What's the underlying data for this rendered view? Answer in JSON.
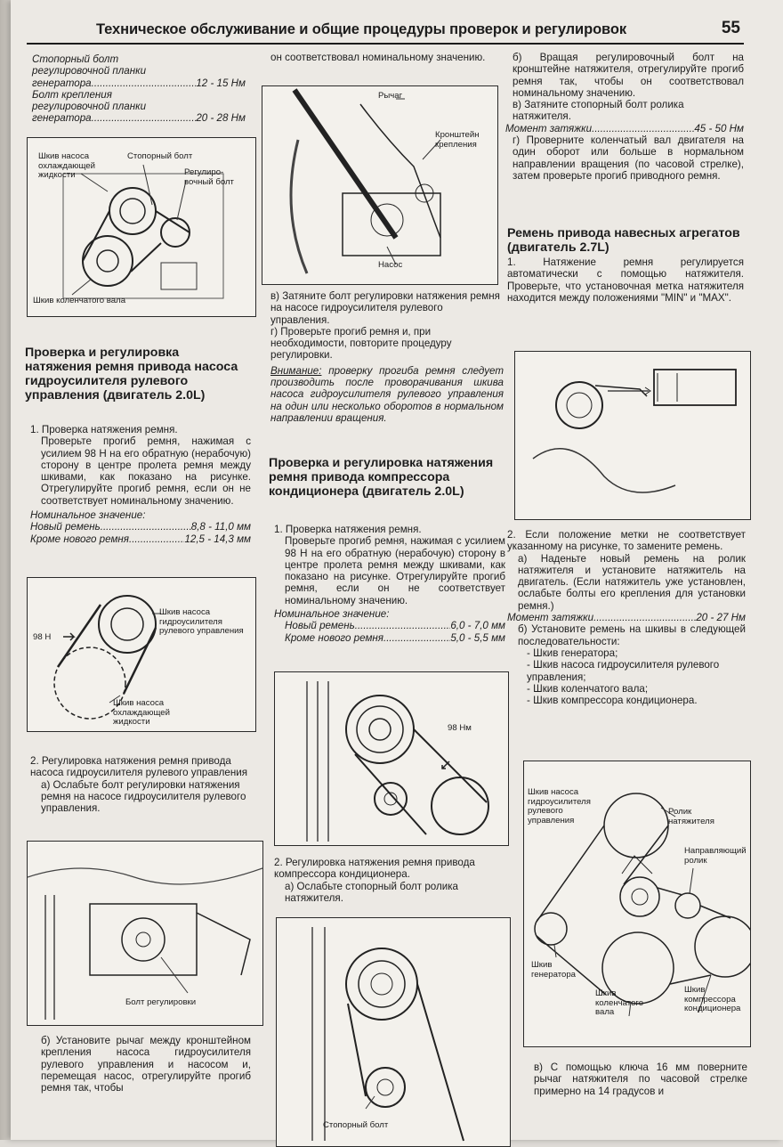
{
  "header": {
    "title": "Техническое обслуживание и общие процедуры проверок и регулировок",
    "page_number": "55"
  },
  "col1": {
    "torque_top": [
      {
        "label": [
          "Стопорный болт",
          "регулировочной планки",
          "генератора"
        ],
        "value": "12 - 15 Нм"
      },
      {
        "label": [
          "Болт крепления",
          "регулировочной планки",
          "генератора"
        ],
        "value": "20 - 28 Нм"
      }
    ],
    "fig1_labels": {
      "water_pump": "Шкив насоса охлаждающей жидкости",
      "lock_bolt": "Стопорный болт",
      "adj_bolt": "Регулиро- вочный болт",
      "crank": "Шкив коленчатого вала"
    },
    "section_title": "Проверка и регулировка натяжения ремня привода насоса гидроусилителя рулевого управления (двигатель 2.0L)",
    "step1": "1. Проверка натяжения ремня.",
    "step1_text": "Проверьте прогиб ремня, нажимая с усилием 98 Н на его обратную (нерабочую) сторону в центре пролета ремня между шкивами, как показано на рисунке. Отрегулируйте прогиб ремня, если он не соответствует номинальному значению.",
    "nominal_label": "Номинальное значение:",
    "nominal": [
      {
        "label": "Новый ремень",
        "value": "8,8 - 11,0 мм"
      },
      {
        "label": "Кроме нового ремня",
        "value": "12,5 - 14,3 мм"
      }
    ],
    "fig2_labels": {
      "ps_pump": "Шкив насоса гидроусилителя рулевого управления",
      "force": "98 Н",
      "water_pump": "Шкив насоса охлаждающей жидкости"
    },
    "step2": "2. Регулировка натяжения ремня привода насоса гидроусилителя рулевого управления",
    "step2a": "а) Ослабьте болт регулировки натяжения ремня на насосе гидроусилителя рулевого управления.",
    "fig3_label": "Болт регулировки",
    "step2b": "б) Установите рычаг между кронштейном крепления насоса гидроусилителя рулевого управления и насосом и, перемещая насос, отрегулируйте прогиб ремня так, чтобы"
  },
  "col2": {
    "cont": "он соответствовал номинальному значению.",
    "fig4_labels": {
      "lever": "Рычаг",
      "bracket": "Кронштейн крепления",
      "pump": "Насос"
    },
    "step_v": "в) Затяните болт регулировки натяжения ремня на насосе гидроусилителя рулевого управления.",
    "step_g": "г) Проверьте прогиб ремня и, при необходимости, повторите процедуру регулировки.",
    "warning_word": "Внимание:",
    "warning_text": "проверку прогиба ремня следует производить после проворачивания шкива насоса гидроусилителя рулевого управления на один или несколько оборотов в нормальном направлении вращения.",
    "section_title": "Проверка и регулировка натяжения ремня привода компрессора кондиционера (двигатель 2.0L)",
    "step1": "1. Проверка натяжения ремня.",
    "step1_text": "Проверьте прогиб ремня, нажимая с усилием 98 Н на его обратную (нерабочую) сторону в центре пролета ремня между шкивами, как показано на рисунке. Отрегулируйте прогиб ремня, если он не соответствует номинальному значению.",
    "nominal_label": "Номинальное значение:",
    "nominal": [
      {
        "label": "Новый ремень",
        "value": "6,0 - 7,0 мм"
      },
      {
        "label": "Кроме нового ремня",
        "value": "5,0 - 5,5 мм"
      }
    ],
    "fig5_label": "98 Нм",
    "step2": "2. Регулировка натяжения ремня привода компрессора кондиционера.",
    "step2a": "а) Ослабьте стопорный болт ролика натяжителя.",
    "fig6_label": "Стопорный болт"
  },
  "col3": {
    "step_b": "б) Вращая регулировочный болт на кронштейне натяжителя, отрегулируйте прогиб ремня так, чтобы он соответствовал номинальному значению.",
    "step_v": "в) Затяните стопорный болт ролика натяжителя.",
    "torque1": {
      "label": "Момент затяжки",
      "value": "45 - 50 Нм"
    },
    "step_g": "г) Проверните коленчатый вал двигателя на один оборот или больше в нормальном направлении вращения (по часовой стрелке), затем проверьте прогиб приводного ремня.",
    "section_title": "Ремень привода навесных агрегатов (двигатель 2.7L)",
    "step1": "1. Натяжение ремня регулируется автоматически с помощью натяжителя. Проверьте, что установочная метка натяжителя находится между положениями \"MIN\" и \"MAX\".",
    "step2": "2. Если положение метки не соответствует указанному на рисунке, то замените ремень.",
    "step2a": "а) Наденьте новый ремень на ролик натяжителя и установите натяжитель на двигатель. (Если натяжитель уже установлен, ослабьте болты его крепления для установки ремня.)",
    "torque2": {
      "label": "Момент затяжки",
      "value": "20 - 27 Нм"
    },
    "step2b": "б) Установите ремень на шкивы в следующей последовательности:",
    "sequence": [
      "- Шкив генератора;",
      "- Шкив насоса гидроусилителя рулевого управления;",
      "- Шкив коленчатого вала;",
      "- Шкив компрессора кондиционера."
    ],
    "fig8_labels": {
      "ps_pump": "Шкив насоса гидроусилителя рулевого управления",
      "tensioner": "Ролик натяжителя",
      "idler": "Направляющий ролик",
      "alternator": "Шкив генератора",
      "crank": "Шкив коленчатого вала",
      "ac": "Шкив компрессора кондиционера"
    },
    "step2v": "в) С помощью ключа 16 мм поверните рычаг натяжителя по часовой стрелке примерно на 14 градусов и"
  }
}
